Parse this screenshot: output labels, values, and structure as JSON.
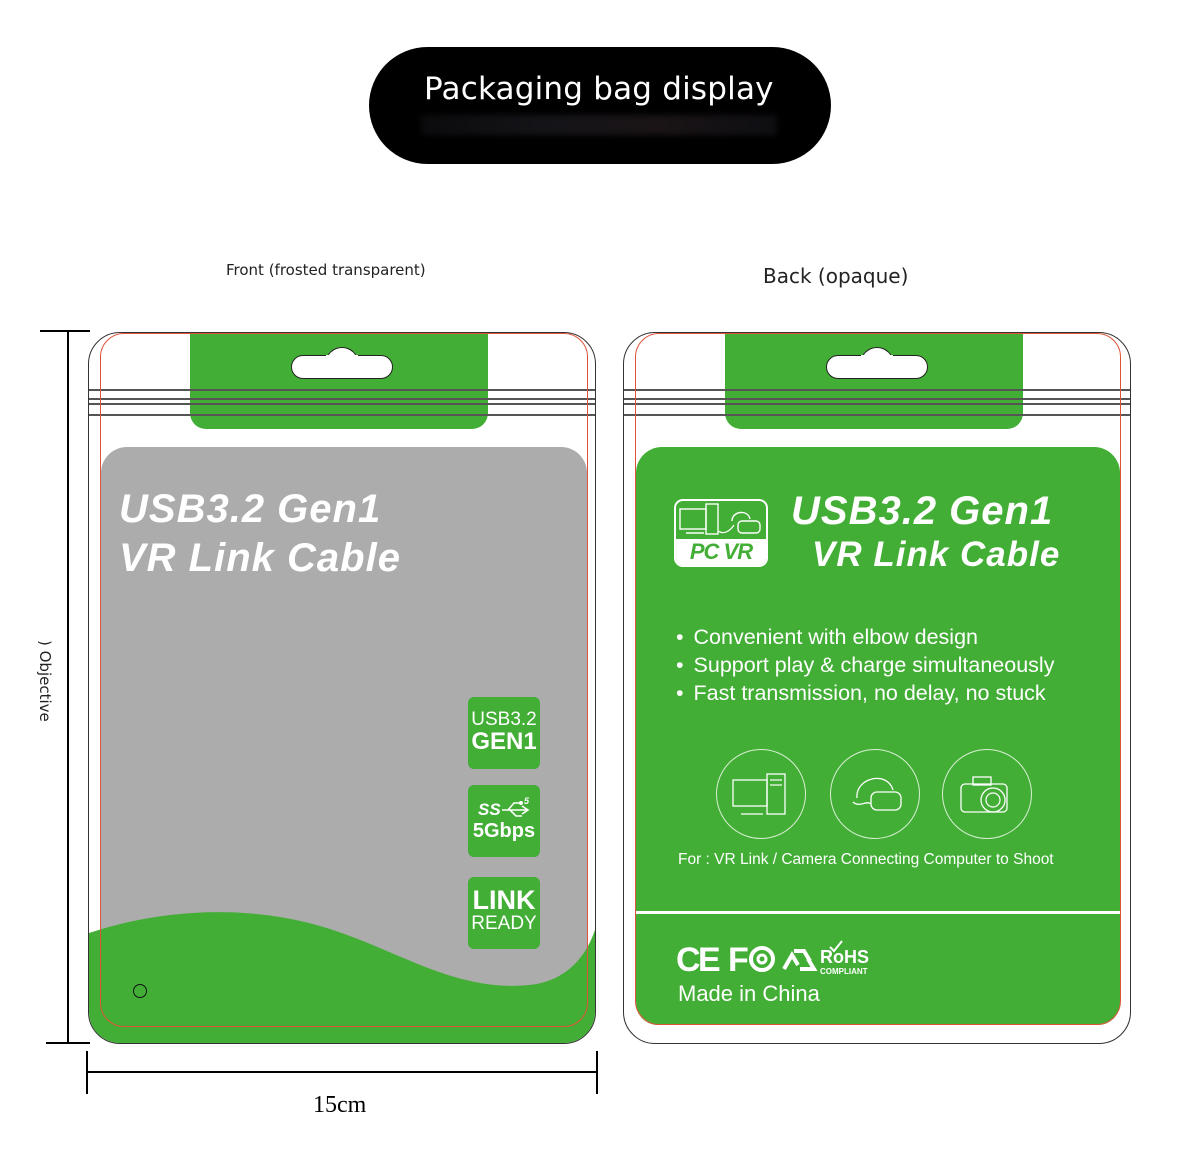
{
  "header": {
    "title": "Packaging bag display"
  },
  "labels": {
    "front": "Front (frosted transparent)",
    "back": "Back (opaque)"
  },
  "dimensions": {
    "height_label": ") Objective",
    "width_label": "15cm"
  },
  "colors": {
    "brand_green": "#42ae35",
    "panel_gray": "#acacac",
    "cut_line_red": "#e0533a",
    "title_pill": "#000000"
  },
  "front": {
    "headline_line1": "USB3.2 Gen1",
    "headline_line2": "VR Link Cable",
    "badges": [
      {
        "line1": "USB3.2",
        "line2": "GEN1"
      },
      {
        "icon": "superspeed-usb-icon",
        "line1": "SS⇀ 5",
        "line2": "5Gbps"
      },
      {
        "line1": "LINK",
        "line2": "READY"
      }
    ]
  },
  "back": {
    "logo_text": "PC VR",
    "headline_line1": "USB3.2 Gen1",
    "headline_line2": "VR Link Cable",
    "features": [
      "Convenient with elbow design",
      "Support play & charge simultaneously",
      "Fast transmission, no delay, no stuck"
    ],
    "usage_icons": [
      "computer-icon",
      "vr-headset-icon",
      "camera-icon"
    ],
    "usage_text": "For : VR Link / Camera Connecting Computer to Shoot",
    "certifications": [
      "CE",
      "FC",
      "recycle",
      "RoHS"
    ],
    "rohs_sub": "COMPLIANT",
    "origin": "Made in China"
  }
}
